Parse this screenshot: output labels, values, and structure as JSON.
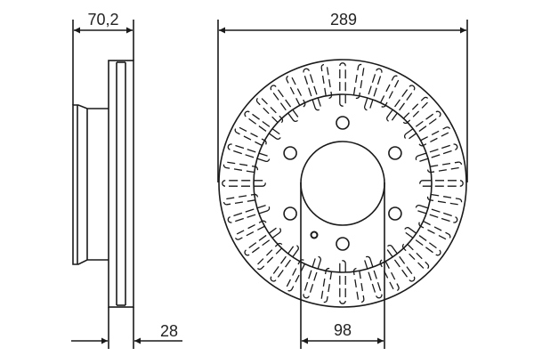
{
  "drawing": {
    "subject": "Ventilated brake disc technical drawing",
    "line_color": "#1a1a1a",
    "background": "#ffffff"
  },
  "dimensions": {
    "overall_height": {
      "label": "70,2",
      "unit": "mm"
    },
    "outer_diameter": {
      "label": "289",
      "unit": "mm"
    },
    "disc_thickness": {
      "label": "28",
      "unit": "mm"
    },
    "center_bore": {
      "label": "98",
      "unit": "mm"
    }
  },
  "front_view": {
    "bolt_holes": 6,
    "vent_slots": 40,
    "marking_hole": 1
  }
}
